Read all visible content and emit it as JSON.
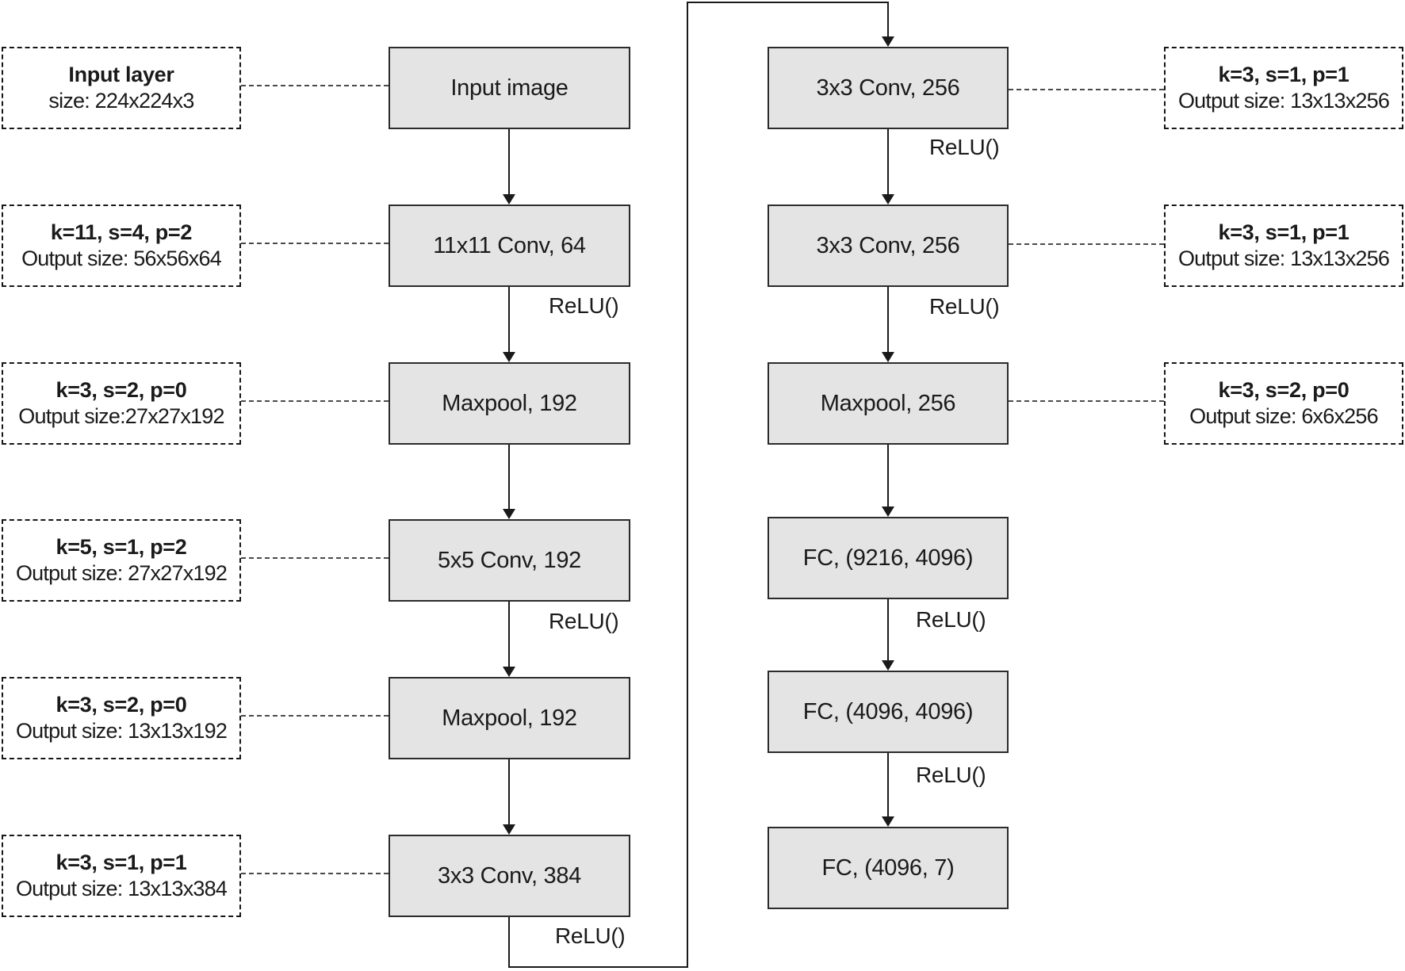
{
  "diagram": {
    "description": "Convolutional neural network architecture flowchart (AlexNet-style), two columns of layers with parameter annotations"
  },
  "colors": {
    "box_fill": "#e4e4e4",
    "box_border": "#2b2b2b",
    "line": "#1a1a1a",
    "dashed_line": "#4a4a4a",
    "background": "#ffffff"
  },
  "left_annotations": [
    {
      "line1": "Input layer",
      "line2": "size: 224x224x3"
    },
    {
      "line1": "k=11, s=4, p=2",
      "line2": "Output size: 56x56x64"
    },
    {
      "line1": "k=3, s=2, p=0",
      "line2": "Output size:27x27x192"
    },
    {
      "line1": "k=5, s=1, p=2",
      "line2": "Output size: 27x27x192"
    },
    {
      "line1": "k=3, s=2, p=0",
      "line2": "Output size: 13x13x192"
    },
    {
      "line1": "k=3, s=1, p=1",
      "line2": "Output size: 13x13x384"
    }
  ],
  "left_layers": [
    {
      "label": "Input image"
    },
    {
      "label": "11x11 Conv, 64",
      "activation": "ReLU()"
    },
    {
      "label": "Maxpool, 192"
    },
    {
      "label": "5x5 Conv, 192",
      "activation": "ReLU()"
    },
    {
      "label": "Maxpool, 192"
    },
    {
      "label": "3x3 Conv, 384",
      "activation": "ReLU()"
    }
  ],
  "right_layers": [
    {
      "label": "3x3 Conv, 256",
      "activation": "ReLU()"
    },
    {
      "label": "3x3 Conv, 256",
      "activation": "ReLU()"
    },
    {
      "label": "Maxpool, 256"
    },
    {
      "label": "FC, (9216, 4096)",
      "activation": "ReLU()"
    },
    {
      "label": "FC, (4096, 4096)",
      "activation": "ReLU()"
    },
    {
      "label": "FC, (4096, 7)"
    }
  ],
  "right_annotations": [
    {
      "line1": "k=3, s=1, p=1",
      "line2": "Output size: 13x13x256"
    },
    {
      "line1": "k=3, s=1, p=1",
      "line2": "Output size: 13x13x256"
    },
    {
      "line1": "k=3, s=2, p=0",
      "line2": "Output size: 6x6x256"
    }
  ]
}
